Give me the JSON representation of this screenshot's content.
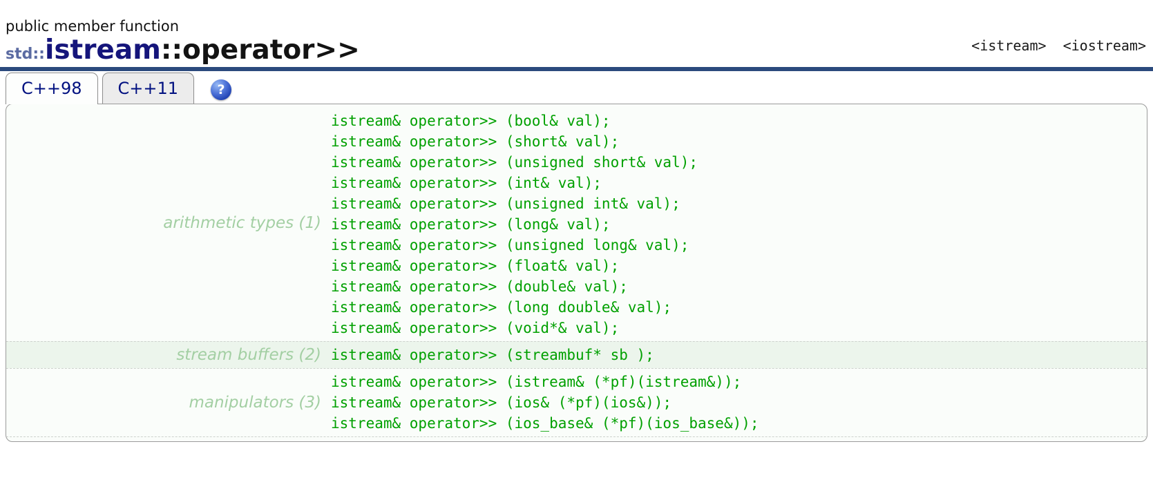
{
  "page": {
    "kicker": "public member function",
    "title": {
      "namespace": "std::",
      "class": "istream",
      "member": "::operator>>"
    },
    "header_links": [
      "<istream>",
      "<iostream>"
    ]
  },
  "tabs": [
    {
      "label": "C++98",
      "active": true
    },
    {
      "label": "C++11",
      "active": false
    }
  ],
  "help": {
    "glyph": "?"
  },
  "declarations": [
    {
      "label": "arithmetic types (1)",
      "highlight": false,
      "lines": [
        "istream& operator>> (bool& val);",
        "istream& operator>> (short& val);",
        "istream& operator>> (unsigned short& val);",
        "istream& operator>> (int& val);",
        "istream& operator>> (unsigned int& val);",
        "istream& operator>> (long& val);",
        "istream& operator>> (unsigned long& val);",
        "istream& operator>> (float& val);",
        "istream& operator>> (double& val);",
        "istream& operator>> (long double& val);",
        "istream& operator>> (void*& val);"
      ]
    },
    {
      "label": "stream buffers (2)",
      "highlight": true,
      "lines": [
        "istream& operator>> (streambuf* sb );"
      ]
    },
    {
      "label": "manipulators (3)",
      "highlight": false,
      "lines": [
        "istream& operator>> (istream& (*pf)(istream&));",
        "istream& operator>> (ios& (*pf)(ios&));",
        "istream& operator>> (ios_base& (*pf)(ios_base&));"
      ]
    }
  ],
  "colors": {
    "rule": "#2b4a7d",
    "title_class": "#15157b",
    "title_namespace": "#5b6ba2",
    "tab_text": "#001080",
    "code_green": "#00a000",
    "label_green": "#a3cfa3",
    "highlight_row_bg": "#ecf5ec",
    "panel_bg": "#fafdfa"
  }
}
